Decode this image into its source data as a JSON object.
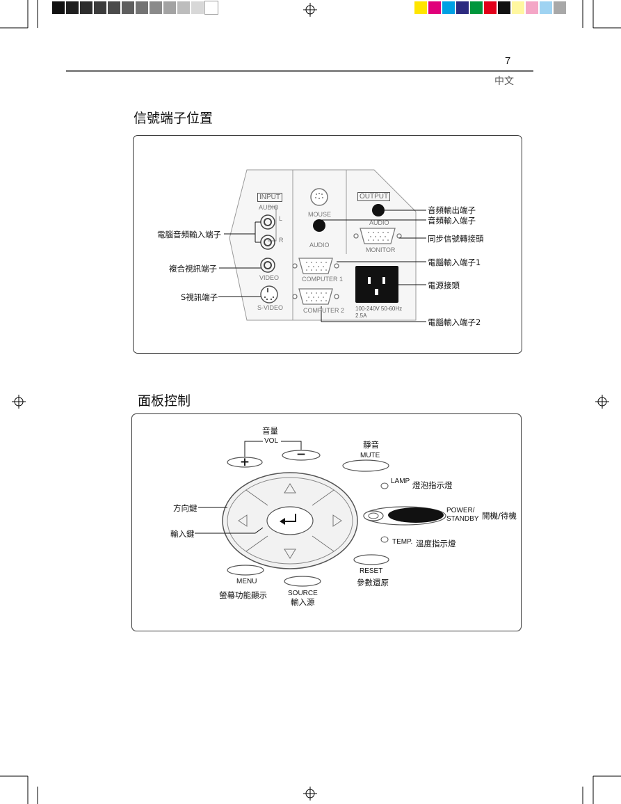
{
  "colors": {
    "gray_bar": [
      "#111111",
      "#1f1f1f",
      "#2d2d2d",
      "#3b3b3b",
      "#4b4b4b",
      "#5e5e5e",
      "#737373",
      "#8a8a8a",
      "#a3a3a3",
      "#bdbdbd",
      "#d8d8d8",
      "#ffffff"
    ],
    "color_bar": [
      "#ffe500",
      "#e0007a",
      "#00a0e3",
      "#2c2a7f",
      "#00963c",
      "#e2001a",
      "#111111",
      "#fff7a0",
      "#f4a6c6",
      "#9fd3f2",
      "#a8a8a8"
    ]
  },
  "header": {
    "page_number": "7",
    "language": "中文"
  },
  "section1": {
    "title": "信號端子位置",
    "panel": {
      "input_label": "INPUT",
      "audio_label": "AUDIO",
      "left_label": "L",
      "right_label": "R",
      "video_label": "VIDEO",
      "svideo_label": "S-VIDEO",
      "mouse_label": "MOUSE",
      "audio_in_label": "AUDIO",
      "computer1_label": "COMPUTER 1",
      "computer2_label": "COMPUTER 2",
      "output_label": "OUTPUT",
      "audio_out_label": "AUDIO",
      "monitor_label": "MONITOR",
      "power_rating_1": "100-240V 50-60Hz",
      "power_rating_2": "2.5A"
    },
    "callouts": {
      "pc_audio_in": "電腦音頻輸入端子",
      "composite_video": "複合視訊端子",
      "s_video": "S視訊端子",
      "audio_out": "音頻輸出端子",
      "audio_in": "音頻輸入端子",
      "sync_converter": "同步信號轉接頭",
      "computer_in_1": "電腦輸入端子1",
      "power_jack": "電源接頭",
      "computer_in_2": "電腦輸入端子2"
    }
  },
  "section2": {
    "title": "面板控制",
    "volume_cn": "音量",
    "vol_label": "VOL",
    "vol_plus": "+",
    "vol_minus": "−",
    "mute_cn": "靜音",
    "mute_label": "MUTE",
    "lamp_label": "LAMP",
    "lamp_cn": "燈泡指示燈",
    "power_label_1": "POWER/",
    "power_label_2": "STANDBY",
    "power_cn": "開機/待機",
    "temp_label": "TEMP.",
    "temp_cn": "溫度指示燈",
    "reset_label": "RESET",
    "reset_cn": "參數還原",
    "direction_cn": "方向鍵",
    "enter_cn": "輸入鍵",
    "menu_label": "MENU",
    "menu_cn": "螢幕功能顯示",
    "source_label": "SOURCE",
    "source_cn": "輸入源"
  }
}
